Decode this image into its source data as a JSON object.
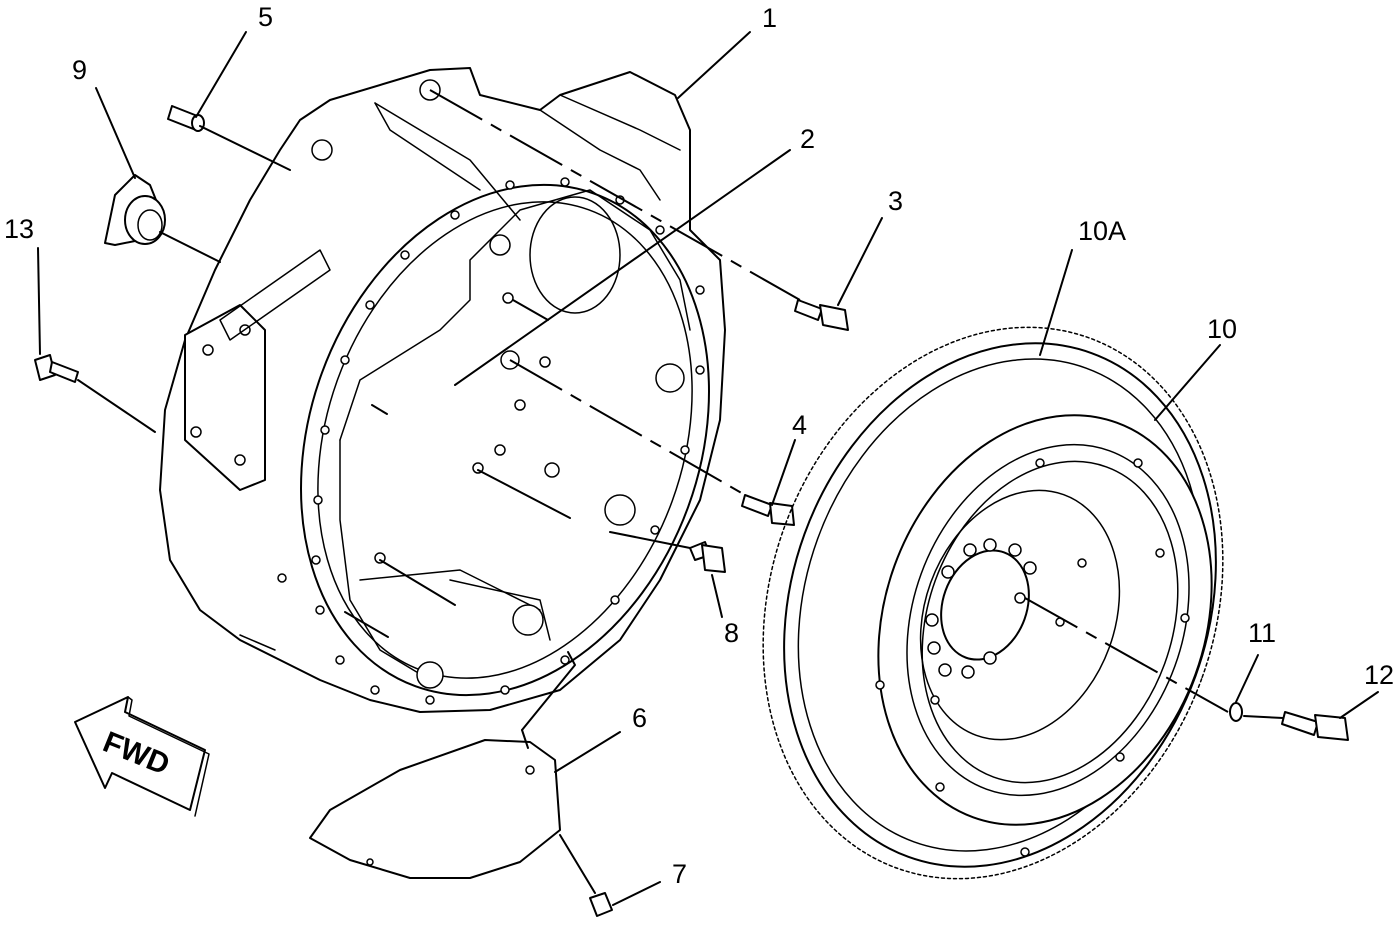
{
  "labels": {
    "p1": "1",
    "p2": "2",
    "p3": "3",
    "p4": "4",
    "p5": "5",
    "p6": "6",
    "p7": "7",
    "p8": "8",
    "p9": "9",
    "p10": "10",
    "p10a": "10A",
    "p11": "11",
    "p12": "12",
    "p13": "13"
  },
  "arrow": {
    "text": "FWD"
  }
}
